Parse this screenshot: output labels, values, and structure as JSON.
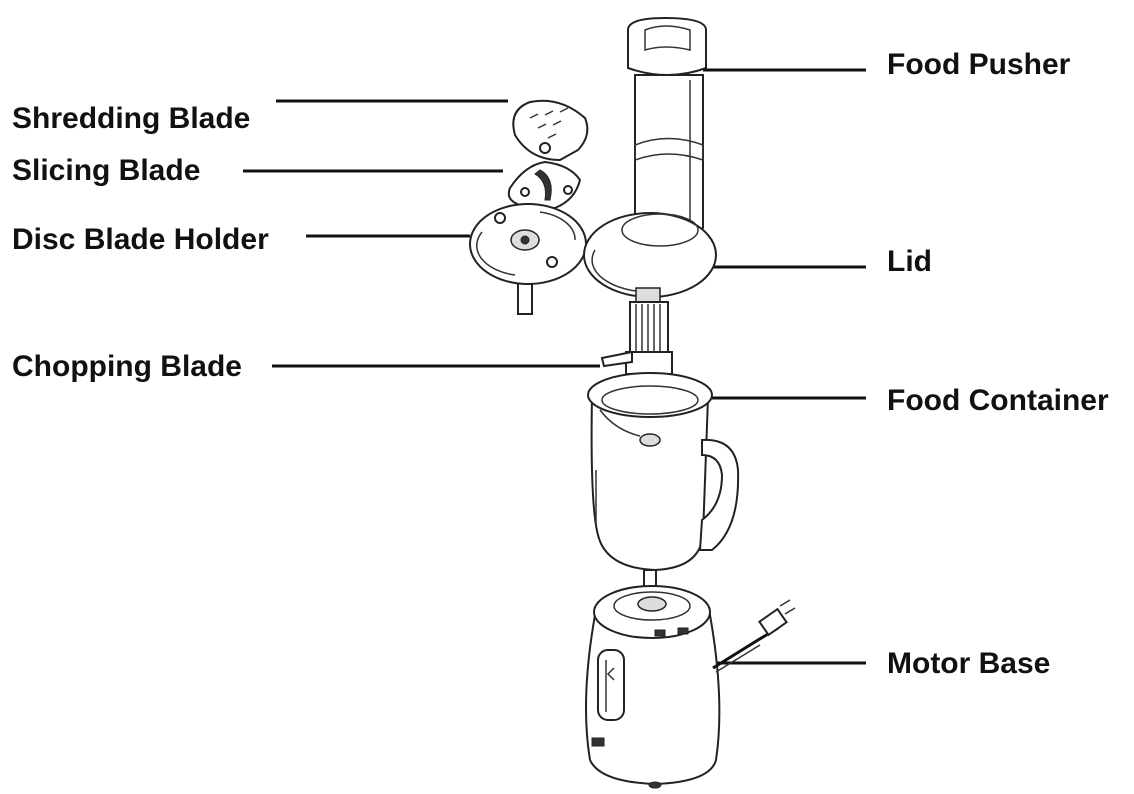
{
  "labels": {
    "food_pusher": "Food Pusher",
    "shredding_blade": "Shredding Blade",
    "slicing_blade": "Slicing Blade",
    "disc_blade_holder": "Disc Blade Holder",
    "lid": "Lid",
    "chopping_blade": "Chopping Blade",
    "food_container": "Food Container",
    "motor_base": "Motor Base"
  },
  "colors": {
    "line": "#111111",
    "outline": "#222222",
    "background": "#ffffff"
  }
}
